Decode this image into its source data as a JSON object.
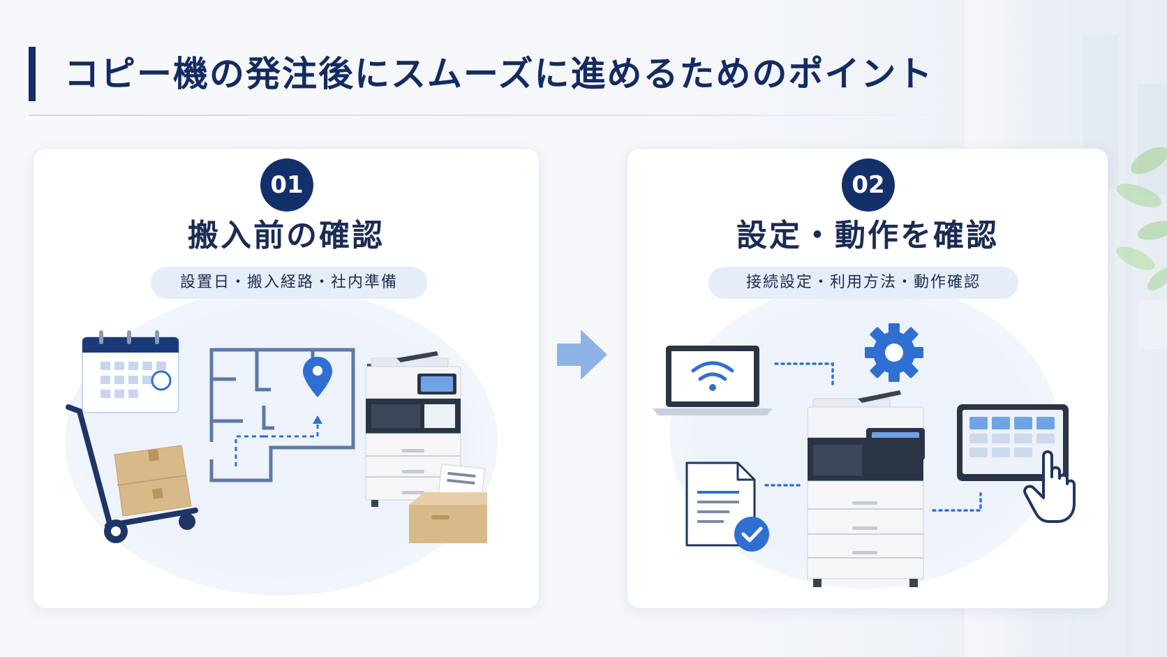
{
  "title": "コピー機の発注後にスムーズに進めるためのポイント",
  "colors": {
    "navy": "#14306b",
    "accent_blue": "#2f6fd1",
    "pill_bg": "#e5edf9",
    "arrow": "#8fb2e6",
    "box_tan": "#d8b98a"
  },
  "steps": [
    {
      "number": "01",
      "title": "搬入前の確認",
      "subtitle": "設置日・搬入経路・社内準備",
      "icons": [
        "calendar-icon",
        "floor-plan-icon",
        "location-pin-icon",
        "hand-truck-icon",
        "cardboard-box-icon",
        "copier-icon",
        "document-box-icon"
      ]
    },
    {
      "number": "02",
      "title": "設定・動作を確認",
      "subtitle": "接続設定・利用方法・動作確認",
      "icons": [
        "laptop-wifi-icon",
        "gear-icon",
        "copier-icon",
        "tablet-icon",
        "pointer-hand-icon",
        "document-check-icon"
      ]
    }
  ],
  "connector_icon": "right-arrow-icon"
}
